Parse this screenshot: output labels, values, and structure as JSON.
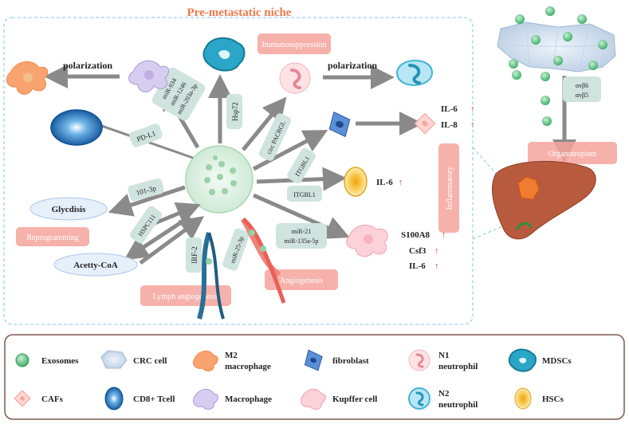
{
  "title": "Pre-metastatic niche",
  "tags": {
    "immunosuppression": "Immunosuppression",
    "inflammatory": "Inflammatory",
    "reprogramming": "Reprogramming",
    "angiogenesis": "Angiogenesis",
    "lymph_angiogenesis": "Lymph angiogenesis",
    "organotropism": "Organotropism"
  },
  "arrows": {
    "polarization_left": "polarization",
    "polarization_right": "polarization"
  },
  "molecules": {
    "mir_934": "miR-934",
    "mir_1246": "miR-1246",
    "mir_203a": "miR-203a-3p",
    "hsp72": "Hsp72",
    "circ_pacrgl": "circ PACRGL",
    "pd_l1": "PD-L1",
    "itgbl1_a": "ITGBL1",
    "itgbl1_b": "ITGBL1",
    "mir_101": "101-3p",
    "hspc111": "HSPC111",
    "irf2": "IRF-2",
    "mir_25": "miR-25-3p",
    "mir_21": "miR-21",
    "mir_135a": "miR-135a-5p"
  },
  "outputs": {
    "il6_caf": "IL-6",
    "il8_caf": "IL-8",
    "il6_hsc": "IL-6",
    "s100a8": "S100A8",
    "csf3": "Csf3",
    "il6_kupffer": "IL-6",
    "up_arrow": "↑",
    "glycolysis": "Glycdisis",
    "acetyl_coa": "Acetty-CoA"
  },
  "integrins": {
    "avb6": "αvβ6",
    "avb5": "αvβ5"
  },
  "legend": [
    {
      "label": "Exosomes",
      "icon": "exosome-icon"
    },
    {
      "label": "CRC cell",
      "icon": "crc-cell-icon"
    },
    {
      "label": "M2\nmacrophage",
      "icon": "m2-macrophage-icon"
    },
    {
      "label": "fibroblast",
      "icon": "fibroblast-icon"
    },
    {
      "label": "N1\nneutrophil",
      "icon": "n1-neutrophil-icon"
    },
    {
      "label": "MDSCs",
      "icon": "mdsc-icon"
    },
    {
      "label": "CAFs",
      "icon": "caf-icon"
    },
    {
      "label": "CD8+ Tcell",
      "icon": "cd8-tcell-icon"
    },
    {
      "label": "Macrophage",
      "icon": "macrophage-icon"
    },
    {
      "label": "Kupffer cell",
      "icon": "kupffer-cell-icon"
    },
    {
      "label": "N2\nneutrophil",
      "icon": "n2-neutrophil-icon"
    },
    {
      "label": "HSCs",
      "icon": "hsc-icon"
    }
  ],
  "colors": {
    "title": "#f07a4a",
    "tag": "#f6a39c",
    "label_box": "#cfe3df",
    "arrow": "#8a8a8a",
    "exosome": "#5cbf7f",
    "mdsc": "#2aa6c8",
    "liver": "#b85a3e"
  }
}
